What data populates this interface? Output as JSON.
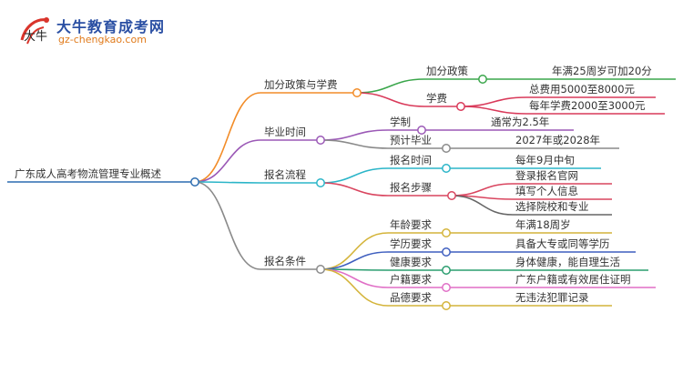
{
  "logo": {
    "title": "大牛教育成考网",
    "url": "gz-chengkao.com",
    "mark_text": "大牛"
  },
  "colors": {
    "root": "#2b6cb0",
    "policy": "#f28c28",
    "policy_child1": "#3aa64b",
    "policy_child2": "#d93a5a",
    "time": "#9b59b6",
    "time_child2": "#8a8a8a",
    "process": "#2bb5c8",
    "process_child2": "#d9455f",
    "process_leaf3": "#666666",
    "conditions": "#8a8a8a",
    "cond_age": "#d4b43a",
    "cond_edu": "#3f5fbf",
    "cond_health": "#2a9d6f",
    "cond_hukou": "#e06fc6",
    "cond_moral": "#d4b43a"
  },
  "mindmap": {
    "root": "广东成人高考物流管理专业概述",
    "branches": [
      {
        "label": "加分政策与学费",
        "children": [
          {
            "label": "加分政策",
            "leaves": [
              "年满25周岁可加20分"
            ]
          },
          {
            "label": "学费",
            "leaves": [
              "总费用5000至8000元",
              "每年学费2000至3000元"
            ]
          }
        ]
      },
      {
        "label": "毕业时间",
        "children": [
          {
            "label": "学制",
            "leaves": [
              "通常为2.5年"
            ]
          },
          {
            "label": "预计毕业",
            "leaves": [
              "2027年或2028年"
            ]
          }
        ]
      },
      {
        "label": "报名流程",
        "children": [
          {
            "label": "报名时间",
            "leaves": [
              "每年9月中旬"
            ]
          },
          {
            "label": "报名步骤",
            "leaves": [
              "登录报名官网",
              "填写个人信息",
              "选择院校和专业"
            ]
          }
        ]
      },
      {
        "label": "报名条件",
        "children": [
          {
            "label": "年龄要求",
            "leaves": [
              "年满18周岁"
            ]
          },
          {
            "label": "学历要求",
            "leaves": [
              "具备大专或同等学历"
            ]
          },
          {
            "label": "健康要求",
            "leaves": [
              "身体健康，能自理生活"
            ]
          },
          {
            "label": "户籍要求",
            "leaves": [
              "广东户籍或有效居住证明"
            ]
          },
          {
            "label": "品德要求",
            "leaves": [
              "无违法犯罪记录"
            ]
          }
        ]
      }
    ]
  }
}
